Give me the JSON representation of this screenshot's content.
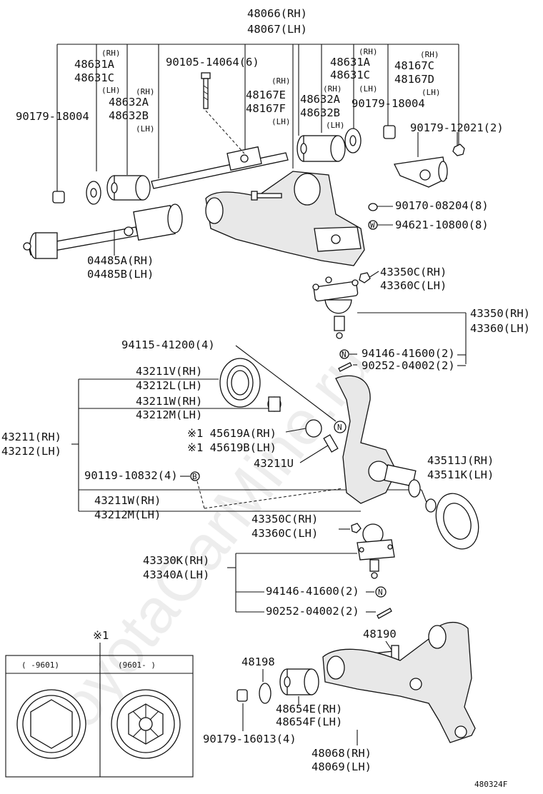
{
  "watermark": "ToyotaCarMine.ru",
  "diagram_code": "480324F",
  "labels": {
    "a48066": "48066(RH)",
    "a48067": "48067(LH)",
    "a90105": "90105-14064(6)",
    "a48631a": "48631A",
    "a48631c": "48631C",
    "rh1": "(RH)",
    "lh1": "(LH)",
    "a48632a": "48632A",
    "a48632b": "48632B",
    "rh2": "(RH)",
    "lh2": "(LH)",
    "a90179_l": "90179-18004",
    "a48167e": "48167E",
    "a48167f": "48167F",
    "rh3": "(RH)",
    "lh3": "(LH)",
    "a48632a_r": "48632A",
    "a48632b_r": "48632B",
    "rh4": "(RH)",
    "lh4": "(LH)",
    "a48631a_r": "48631A",
    "a48631c_r": "48631C",
    "rh5": "(RH)",
    "lh5": "(LH)",
    "a90179_r": "90179-18004",
    "a48167c": "48167C",
    "a48167d": "48167D",
    "rh6": "(RH)",
    "lh6": "(LH)",
    "a90179_12021": "90179-12021(2)",
    "a90170": "90170-08204(8)",
    "a94621": "94621-10800(8)",
    "a04485a": "04485A(RH)",
    "a04485b": "04485B(LH)",
    "a43350c_u": "43350C(RH)",
    "a43360c_u": "43360C(LH)",
    "a43350": "43350(RH)",
    "a43360": "43360(LH)",
    "a94115": "94115-41200(4)",
    "a94146_u": "94146-41600(2)",
    "a90252_u": "90252-04002(2)",
    "a43211v": "43211V(RH)",
    "a43212l": "43212L(LH)",
    "a43211w": "43211W(RH)",
    "a43212m": "43212M(LH)",
    "a43211": "43211(RH)",
    "a43212": "43212(LH)",
    "a45619a": "※1 45619A(RH)",
    "a45619b": "※1 45619B(LH)",
    "a43211u": "43211U",
    "a43511j": "43511J(RH)",
    "a43511k": "43511K(LH)",
    "a90119": "90119-10832(4)",
    "a43211w_b": "43211W(RH)",
    "a43212m_b": "43212M(LH)",
    "a43350c_l": "43350C(RH)",
    "a43360c_l": "43360C(LH)",
    "a43330k": "43330K(RH)",
    "a43340a": "43340A(LH)",
    "a94146_l": "94146-41600(2)",
    "a90252_l": "90252-04002(2)",
    "a48190": "48190",
    "a48198": "48198",
    "a48654e": "48654E(RH)",
    "a48654f": "48654F(LH)",
    "a90179_16013": "90179-16013(4)",
    "a48068": "48068(RH)",
    "a48069": "48069(LH)"
  },
  "inset": {
    "mark": "※1",
    "col1": "(   -9601)",
    "col2": "(9601-      )"
  }
}
